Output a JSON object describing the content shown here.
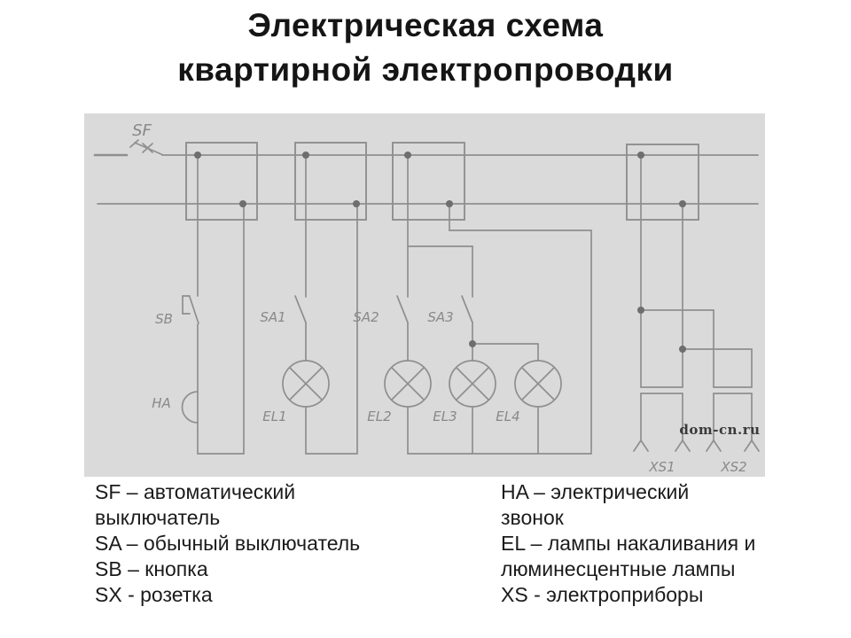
{
  "title": {
    "line1": "Электрическая схема",
    "line2": "квартирной электропроводки"
  },
  "diagram": {
    "labels": {
      "sf": "SF",
      "sb": "SB",
      "ha": "HA",
      "sa1": "SA1",
      "sa2": "SA2",
      "sa3": "SA3",
      "el1": "EL1",
      "el2": "EL2",
      "el3": "EL3",
      "el4": "EL4",
      "xs1": "XS1",
      "xs2": "XS2"
    },
    "watermark": "dom-cn.ru",
    "colors": {
      "panel_bg": "#dadada",
      "line": "#8f8f8f",
      "dot": "#6e6e6e",
      "label": "#898989",
      "watermark": "#3a3a3a",
      "text": "#1b1b1b"
    }
  },
  "legend": {
    "left": [
      "SF – автоматический",
      "выключатель",
      "SA – обычный выключатель",
      "SB – кнопка",
      "SX - розетка"
    ],
    "right": [
      "HA – электрический",
      "звонок",
      "EL – лампы накаливания и",
      "люминесцентные лампы",
      "XS - электроприборы"
    ]
  }
}
